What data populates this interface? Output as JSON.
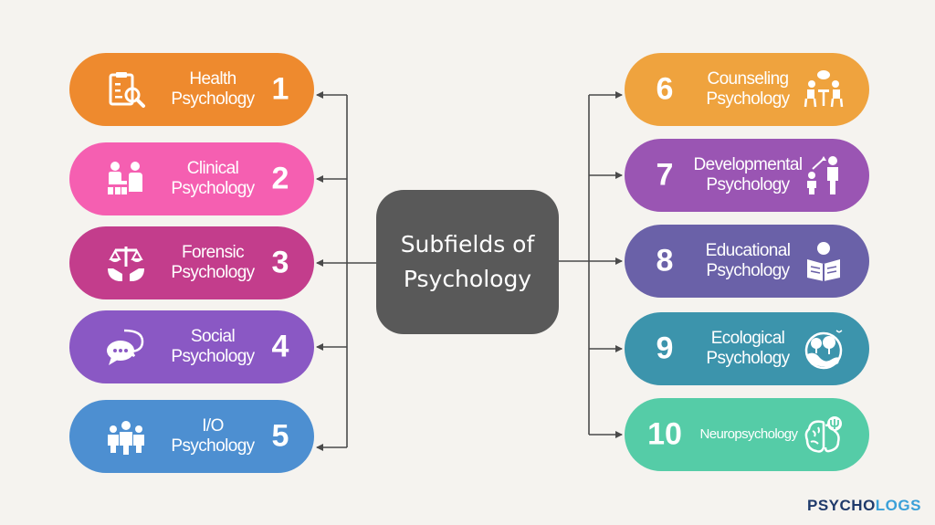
{
  "center": {
    "title": "Subfields of\nPsychology",
    "color": "#595959"
  },
  "left_items": [
    {
      "number": "1",
      "label": "Health\nPsychology",
      "color": "#ee8a2e",
      "icon": "clipboard-search-icon"
    },
    {
      "number": "2",
      "label": "Clinical\nPsychology",
      "color": "#f55fb1",
      "icon": "therapy-session-icon"
    },
    {
      "number": "3",
      "label": "Forensic\nPsychology",
      "color": "#c33d8c",
      "icon": "scales-of-justice-icon"
    },
    {
      "number": "4",
      "label": "Social\nPsychology",
      "color": "#8a58c4",
      "icon": "chat-bubbles-icon"
    },
    {
      "number": "5",
      "label": "I/O\nPsychology",
      "color": "#4d8fd1",
      "icon": "team-people-icon"
    }
  ],
  "right_items": [
    {
      "number": "6",
      "label": "Counseling\nPsychology",
      "color": "#efa33e",
      "icon": "counseling-chairs-icon"
    },
    {
      "number": "7",
      "label": "Developmental\nPsychology",
      "color": "#9a55b3",
      "icon": "child-adult-growth-icon"
    },
    {
      "number": "8",
      "label": "Educational\nPsychology",
      "color": "#6a61a8",
      "icon": "reading-student-icon"
    },
    {
      "number": "9",
      "label": "Ecological\nPsychology",
      "color": "#3c94ac",
      "icon": "earth-trees-icon"
    },
    {
      "number": "10",
      "label": "Neuropsychology",
      "color": "#55cca7",
      "icon": "brain-psi-icon"
    }
  ],
  "brand": {
    "part1": "PSYCHO",
    "part2": "LOGS",
    "color1": "#1f3a6b",
    "color2": "#3aa0d8"
  },
  "connector_color": "#4a4a4a"
}
